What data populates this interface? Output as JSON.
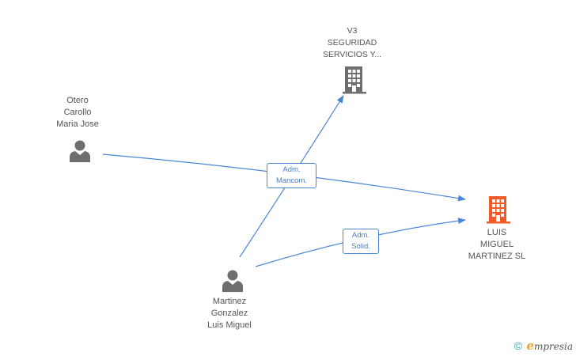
{
  "nodes": {
    "otero": {
      "lines": [
        "Otero",
        "Carollo",
        "Maria Jose"
      ],
      "icon": "person-icon"
    },
    "v3": {
      "lines": [
        "V3",
        "SEGURIDAD",
        "SERVICIOS Y..."
      ],
      "icon": "building-icon"
    },
    "luis_sl": {
      "lines": [
        "LUIS",
        "MIGUEL",
        "MARTINEZ SL"
      ],
      "icon": "building-icon"
    },
    "martinez": {
      "lines": [
        "Martinez",
        "Gonzalez",
        "Luis Miguel"
      ],
      "icon": "person-icon"
    }
  },
  "edge_labels": {
    "mancom": [
      "Adm.",
      "Mancom."
    ],
    "solid": [
      "Adm.",
      "Solid."
    ]
  },
  "colors": {
    "edge": "#4a86d8",
    "person": "#6e6e6e",
    "building_gray": "#6e6e6e",
    "building_focus": "#f05a28",
    "text": "#555555"
  },
  "footer": {
    "copyright": "©",
    "brand_first": "e",
    "brand_rest": "mpresia"
  }
}
